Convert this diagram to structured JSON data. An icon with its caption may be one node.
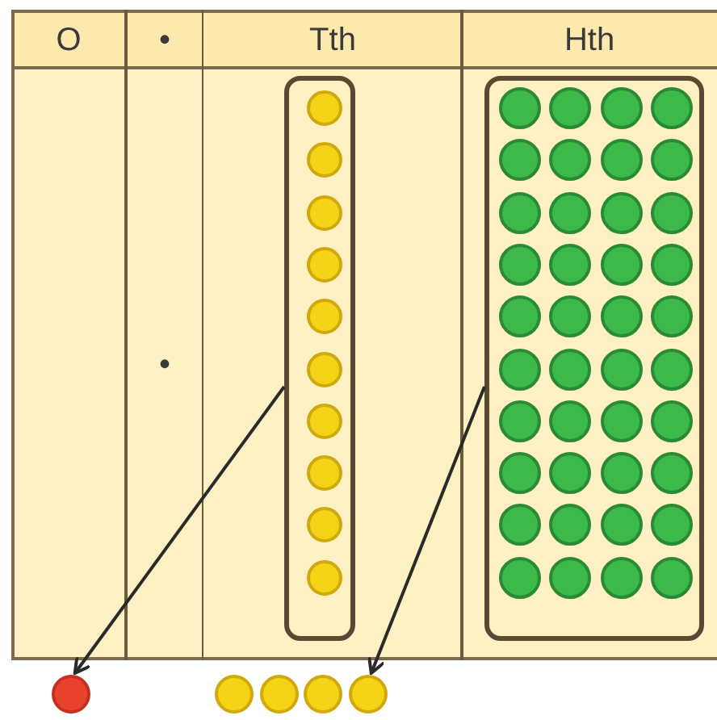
{
  "diagram": {
    "nodes": [
      {
        "text": [],
        "shape": "box"
      },
      {
        "text": [],
        "shape": "circle",
        "in": 0
      },
      {
        "text": [],
        "shape": "circle",
        "in": 0
      },
      {
        "text": [],
        "shape": "circle",
        "in": 0
      },
      {
        "text": [],
        "shape": "circle",
        "in": 0
      },
      {
        "text": [],
        "shape": "circle",
        "in": 0
      },
      {
        "text": [],
        "shape": "circle",
        "in": 0
      },
      {
        "text": [],
        "shape": "circle",
        "in": 0
      },
      {
        "text": [],
        "shape": "circle",
        "in": 0
      },
      {
        "text": [],
        "shape": "circle",
        "in": 0
      },
      {
        "text": [],
        "shape": "circle",
        "in": 0
      },
      {
        "text": [],
        "shape": "box"
      },
      {
        "text": [],
        "shape": "circle",
        "in": 11
      },
      {
        "text": [],
        "shape": "circle",
        "in": 11
      },
      {
        "text": [],
        "shape": "circle",
        "in": 11
      },
      {
        "text": [],
        "shape": "circle",
        "in": 11
      },
      {
        "text": [],
        "shape": "circle",
        "in": 11
      },
      {
        "text": [],
        "shape": "circle",
        "in": 11
      },
      {
        "text": [],
        "shape": "circle",
        "in": 11
      },
      {
        "text": [],
        "shape": "circle",
        "in": 11
      },
      {
        "text": [],
        "shape": "circle",
        "in": 11
      },
      {
        "text": [],
        "shape": "circle",
        "in": 11
      },
      {
        "text": [],
        "shape": "circle",
        "in": 11
      },
      {
        "text": [],
        "shape": "circle",
        "in": 11
      },
      {
        "text": [],
        "shape": "circle",
        "in": 11
      },
      {
        "text": [],
        "shape": "circle",
        "in": 11
      },
      {
        "text": [],
        "shape": "circle",
        "in": 11
      },
      {
        "text": [],
        "shape": "circle",
        "in": 11
      },
      {
        "text": [],
        "shape": "circle",
        "in": 11
      },
      {
        "text": [],
        "shape": "circle",
        "in": 11
      },
      {
        "text": [],
        "shape": "circle",
        "in": 11
      },
      {
        "text": [],
        "shape": "circle",
        "in": 11
      },
      {
        "text": [],
        "shape": "circle",
        "in": 11
      },
      {
        "text": [],
        "shape": "circle",
        "in": 11
      },
      {
        "text": [],
        "shape": "circle",
        "in": 11
      },
      {
        "text": [],
        "shape": "circle",
        "in": 11
      },
      {
        "text": [],
        "shape": "circle",
        "in": 11
      },
      {
        "text": [],
        "shape": "circle",
        "in": 11
      },
      {
        "text": [],
        "shape": "circle",
        "in": 11
      },
      {
        "text": [],
        "shape": "circle",
        "in": 11
      },
      {
        "text": [],
        "shape": "circle",
        "in": 11
      },
      {
        "text": [],
        "shape": "circle",
        "in": 11
      },
      {
        "text": [],
        "shape": "circle",
        "in": 11
      },
      {
        "text": [],
        "shape": "circle",
        "in": 11
      },
      {
        "text": [],
        "shape": "circle",
        "in": 11
      },
      {
        "text": [],
        "shape": "circle",
        "in": 11
      },
      {
        "text": [],
        "shape": "circle",
        "in": 11
      },
      {
        "text": [],
        "shape": "circle",
        "in": 11
      },
      {
        "text": [],
        "shape": "circle",
        "in": 11
      },
      {
        "text": [],
        "shape": "circle",
        "in": 11
      },
      {
        "text": [],
        "shape": "circle",
        "in": 11
      },
      {
        "text": [],
        "shape": "circle",
        "in": 11
      },
      {
        "text": [],
        "shape": "circle"
      },
      {
        "text": [],
        "shape": "circle"
      },
      {
        "text": [],
        "shape": "circle"
      },
      {
        "text": [],
        "shape": "circle"
      },
      {
        "text": [],
        "shape": "circle"
      }
    ],
    "edges": [
      {
        "from": 0,
        "to": 52,
        "arrow": "to"
      },
      {
        "from": 11,
        "to": 56,
        "arrow": "to"
      }
    ],
    "labels": [
      "O",
      "•",
      "Tth",
      "Hth",
      "•"
    ]
  }
}
